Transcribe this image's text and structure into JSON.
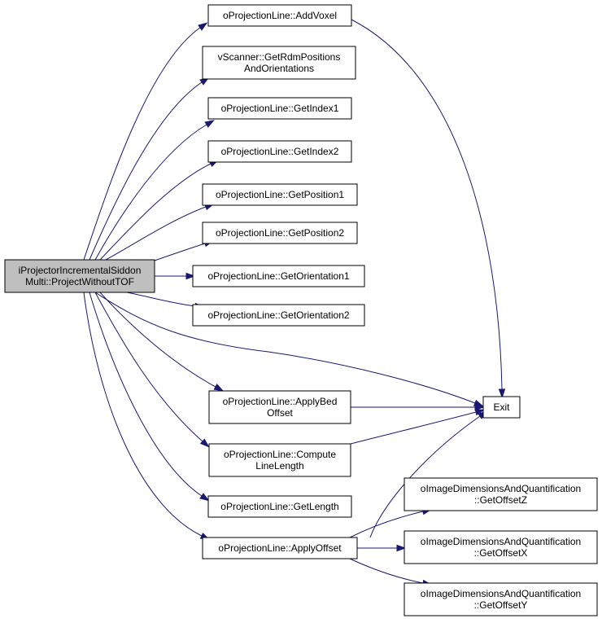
{
  "root": {
    "id": "root",
    "lines": [
      "iProjectorIncrementalSiddon",
      "Multi::ProjectWithoutTOF"
    ]
  },
  "nodes": [
    {
      "id": "addvoxel",
      "lines": [
        "oProjectionLine::AddVoxel"
      ]
    },
    {
      "id": "getrdm",
      "lines": [
        "vScanner::GetRdmPositions",
        "AndOrientations"
      ]
    },
    {
      "id": "getindex1",
      "lines": [
        "oProjectionLine::GetIndex1"
      ]
    },
    {
      "id": "getindex2",
      "lines": [
        "oProjectionLine::GetIndex2"
      ]
    },
    {
      "id": "getposition1",
      "lines": [
        "oProjectionLine::GetPosition1"
      ]
    },
    {
      "id": "getposition2",
      "lines": [
        "oProjectionLine::GetPosition2"
      ]
    },
    {
      "id": "getorientation1",
      "lines": [
        "oProjectionLine::GetOrientation1"
      ]
    },
    {
      "id": "getorientation2",
      "lines": [
        "oProjectionLine::GetOrientation2"
      ]
    },
    {
      "id": "exit",
      "lines": [
        "Exit"
      ]
    },
    {
      "id": "applybedoffset",
      "lines": [
        "oProjectionLine::ApplyBed",
        "Offset"
      ]
    },
    {
      "id": "computelinelength",
      "lines": [
        "oProjectionLine::Compute",
        "LineLength"
      ]
    },
    {
      "id": "getlength",
      "lines": [
        "oProjectionLine::GetLength"
      ]
    },
    {
      "id": "applyoffset",
      "lines": [
        "oProjectionLine::ApplyOffset"
      ]
    },
    {
      "id": "getoffsetz",
      "lines": [
        "oImageDimensionsAndQuantification",
        "::GetOffsetZ"
      ]
    },
    {
      "id": "getoffsetx",
      "lines": [
        "oImageDimensionsAndQuantification",
        "::GetOffsetX"
      ]
    },
    {
      "id": "getoffsety",
      "lines": [
        "oImageDimensionsAndQuantification",
        "::GetOffsetY"
      ]
    }
  ],
  "edges": [
    {
      "from": "root",
      "to": "addvoxel"
    },
    {
      "from": "root",
      "to": "getrdm"
    },
    {
      "from": "root",
      "to": "getindex1"
    },
    {
      "from": "root",
      "to": "getindex2"
    },
    {
      "from": "root",
      "to": "getposition1"
    },
    {
      "from": "root",
      "to": "getposition2"
    },
    {
      "from": "root",
      "to": "getorientation1"
    },
    {
      "from": "root",
      "to": "getorientation2"
    },
    {
      "from": "root",
      "to": "exit"
    },
    {
      "from": "root",
      "to": "applybedoffset"
    },
    {
      "from": "root",
      "to": "computelinelength"
    },
    {
      "from": "root",
      "to": "getlength"
    },
    {
      "from": "root",
      "to": "applyoffset"
    },
    {
      "from": "addvoxel",
      "to": "exit"
    },
    {
      "from": "applybedoffset",
      "to": "exit"
    },
    {
      "from": "computelinelength",
      "to": "exit"
    },
    {
      "from": "applyoffset",
      "to": "exit"
    },
    {
      "from": "applyoffset",
      "to": "getoffsetz"
    },
    {
      "from": "applyoffset",
      "to": "getoffsetx"
    },
    {
      "from": "applyoffset",
      "to": "getoffsety"
    }
  ],
  "colors": {
    "edge": "#191970",
    "root_fill": "#bfbfbf",
    "node_fill": "#ffffff",
    "node_stroke": "#000000"
  }
}
